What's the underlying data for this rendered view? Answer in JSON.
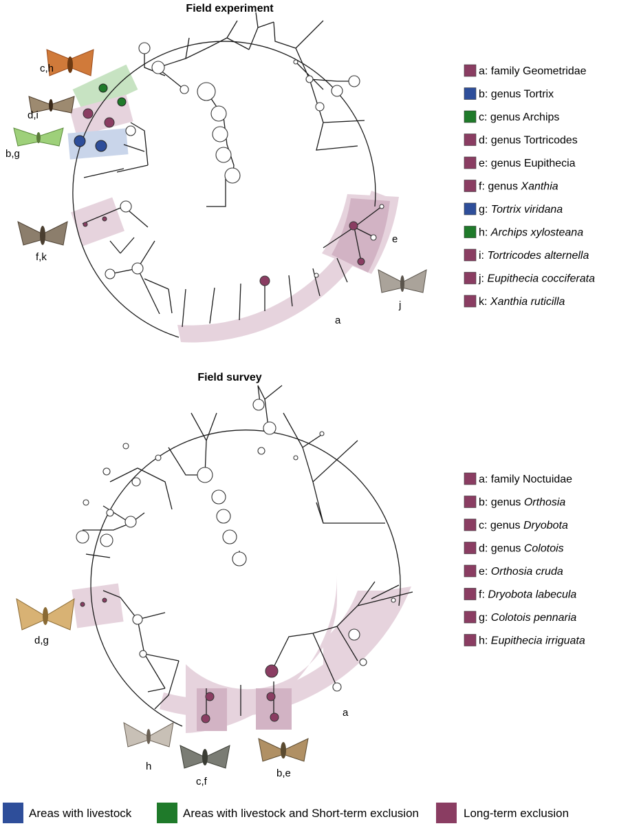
{
  "colors": {
    "livestock": "#2e4e9a",
    "short_term": "#1f7a2a",
    "long_term": "#8a3d62",
    "shade_long": "#e6d3dd",
    "shade_long_dark": "#d2b3c4",
    "shade_green": "#c7e3c2",
    "shade_blue": "#c9d5ea"
  },
  "experiment": {
    "title": "Field experiment",
    "legend": [
      {
        "key": "a:",
        "rank": "family",
        "name": "Geometridae",
        "italic": false,
        "color": "long_term"
      },
      {
        "key": "b:",
        "rank": "genus",
        "name": "Tortrix",
        "italic": false,
        "color": "livestock"
      },
      {
        "key": "c:",
        "rank": "genus",
        "name": "Archips",
        "italic": false,
        "color": "short_term"
      },
      {
        "key": "d:",
        "rank": "genus",
        "name": "Tortricodes",
        "italic": false,
        "color": "long_term"
      },
      {
        "key": "e:",
        "rank": "genus",
        "name": "Eupithecia",
        "italic": false,
        "color": "long_term"
      },
      {
        "key": "f:",
        "rank": "genus",
        "name": "Xanthia",
        "italic": true,
        "color": "long_term"
      },
      {
        "key": "g:",
        "rank": "",
        "name": "Tortrix viridana",
        "italic": true,
        "color": "livestock"
      },
      {
        "key": "h:",
        "rank": "",
        "name": "Archips xylosteana",
        "italic": true,
        "color": "short_term"
      },
      {
        "key": "i:",
        "rank": "",
        "name": "Tortricodes alternella",
        "italic": true,
        "color": "long_term"
      },
      {
        "key": "j:",
        "rank": "",
        "name": "Eupithecia cocciferata",
        "italic": true,
        "color": "long_term"
      },
      {
        "key": "k:",
        "rank": "",
        "name": "Xanthia ruticilla",
        "italic": true,
        "color": "long_term"
      }
    ],
    "moth_labels": [
      "c,h",
      "d,i",
      "b,g",
      "f,k",
      "j"
    ],
    "clade_labels": [
      "a",
      "e"
    ]
  },
  "survey": {
    "title": "Field survey",
    "legend": [
      {
        "key": "a:",
        "rank": "family",
        "name": "Noctuidae",
        "italic": false,
        "color": "long_term"
      },
      {
        "key": "b:",
        "rank": "genus",
        "name": "Orthosia",
        "italic": true,
        "color": "long_term"
      },
      {
        "key": "c:",
        "rank": "genus",
        "name": "Dryobota",
        "italic": true,
        "color": "long_term"
      },
      {
        "key": "d:",
        "rank": "genus",
        "name": "Colotois",
        "italic": true,
        "color": "long_term"
      },
      {
        "key": "e:",
        "rank": "",
        "name": "Orthosia cruda",
        "italic": true,
        "color": "long_term"
      },
      {
        "key": "f:",
        "rank": "",
        "name": "Dryobota labecula",
        "italic": true,
        "color": "long_term"
      },
      {
        "key": "g:",
        "rank": "",
        "name": "Colotois pennaria",
        "italic": true,
        "color": "long_term"
      },
      {
        "key": "h:",
        "rank": "",
        "name": "Eupithecia irriguata",
        "italic": true,
        "color": "long_term"
      }
    ],
    "moth_labels": [
      "d,g",
      "h",
      "c,f",
      "b,e"
    ],
    "clade_labels": [
      "a"
    ]
  },
  "bottom_legend": [
    {
      "label": "Areas with livestock",
      "color": "livestock"
    },
    {
      "label": "Areas with livestock and Short-term exclusion",
      "color": "short_term"
    },
    {
      "label": "Long-term exclusion",
      "color": "long_term"
    }
  ]
}
